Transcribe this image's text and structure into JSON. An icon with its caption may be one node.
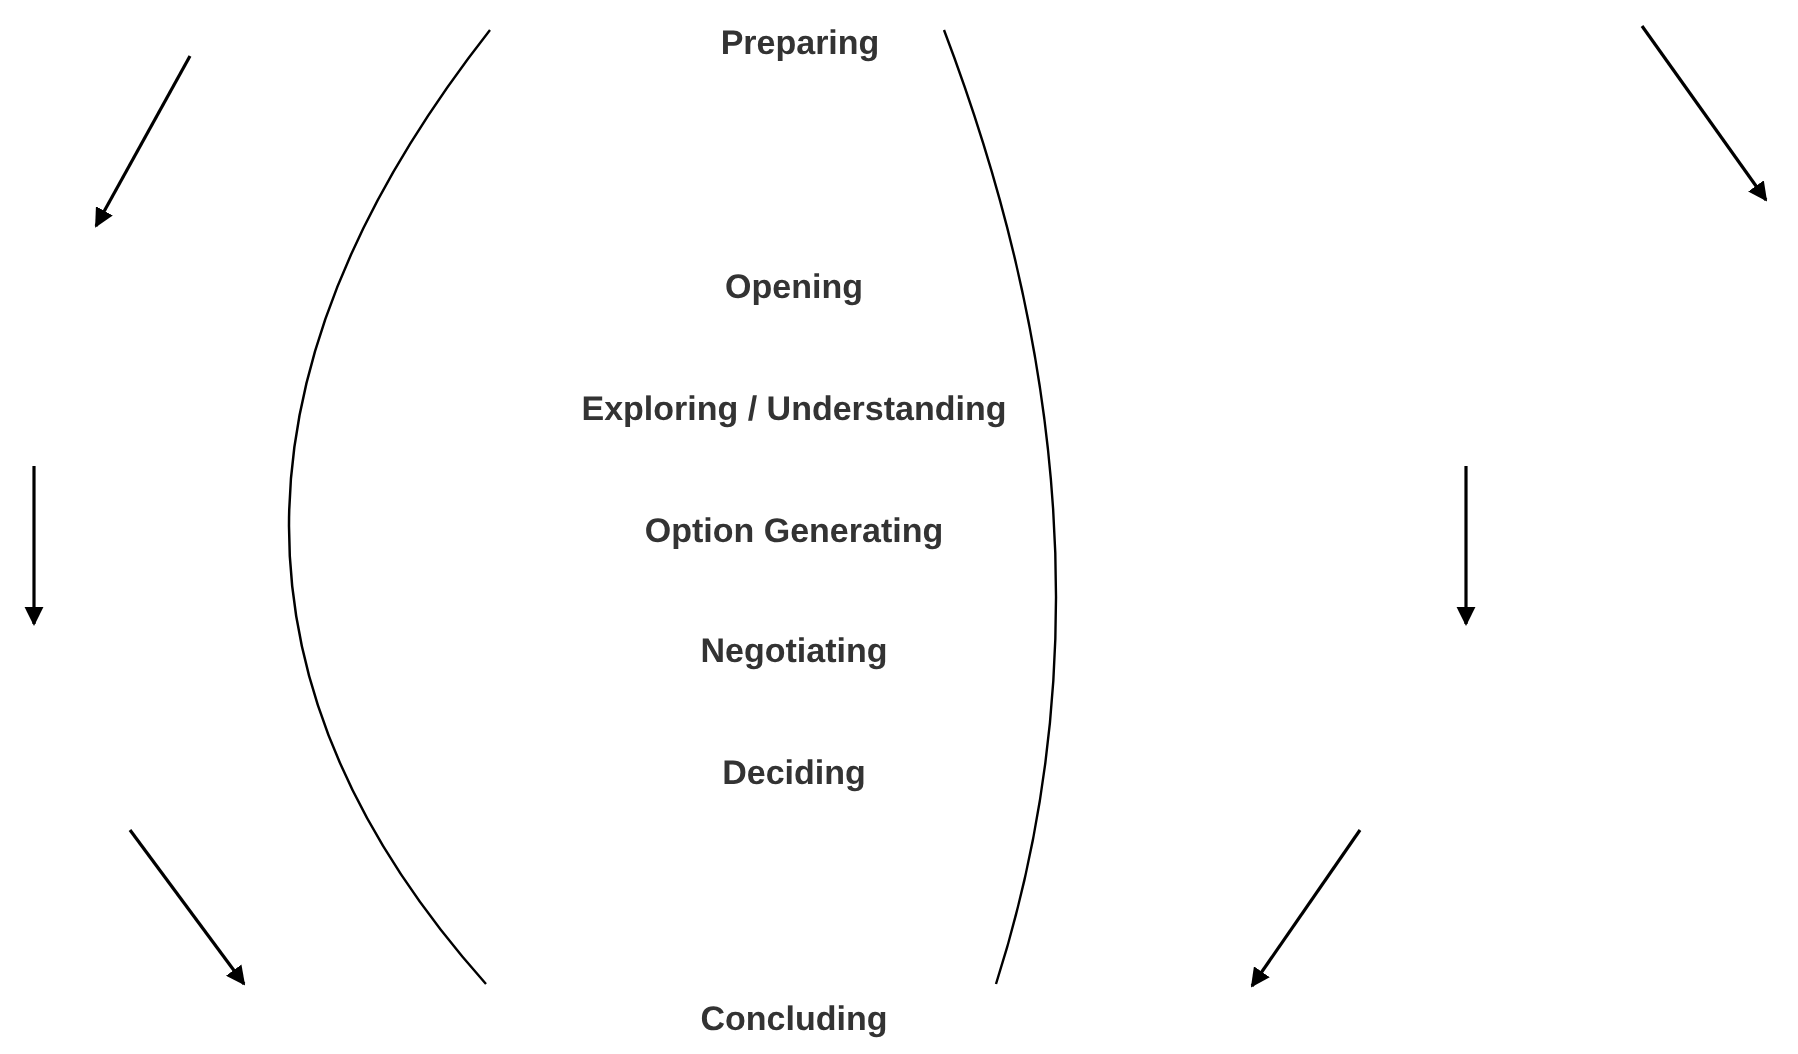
{
  "diagram": {
    "labels": [
      "Preparing",
      "Opening",
      "Exploring / Understanding",
      "Option Generating",
      "Negotiating",
      "Deciding",
      "Concluding"
    ]
  }
}
